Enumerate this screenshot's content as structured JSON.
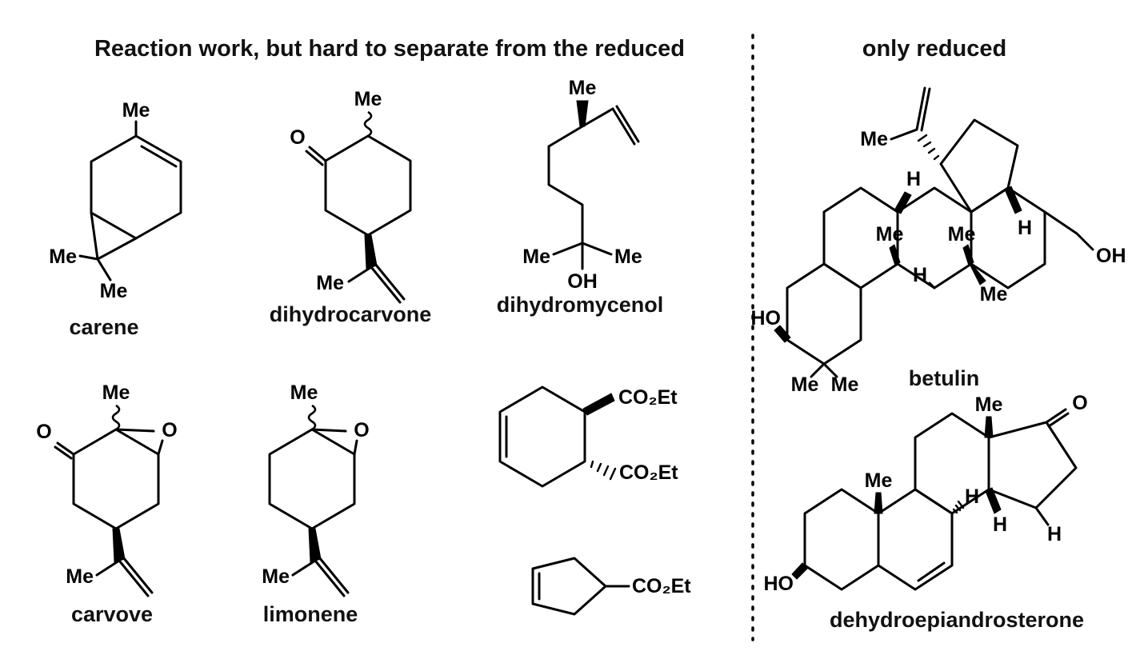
{
  "colors": {
    "ink": "#000000",
    "background": "#ffffff"
  },
  "left_section": {
    "title": "Reaction work, but hard to separate from the reduced",
    "molecules": {
      "carene": {
        "name": "carene",
        "me_top": "Me",
        "me_left": "Me",
        "me_bottom": "Me"
      },
      "dihydrocarvone": {
        "name": "dihydrocarvone",
        "ketone_o": "O",
        "me_top": "Me",
        "me_isopropenyl": "Me"
      },
      "dihydromycenol": {
        "name": "dihydromycenol",
        "me_top": "Me",
        "me_left": "Me",
        "me_right": "Me",
        "oh": "OH"
      },
      "carvove": {
        "name": "carvove",
        "ketone_o": "O",
        "epoxide_o": "O",
        "me_top": "Me",
        "me_isopropenyl": "Me"
      },
      "limonene": {
        "name": "limonene",
        "epoxide_o": "O",
        "me_top": "Me",
        "me_isopropenyl": "Me"
      },
      "cyclohexene_diester": {
        "ester_top": "CO₂Et",
        "ester_bottom": "CO₂Et"
      },
      "cyclopentene_ester": {
        "ester": "CO₂Et"
      }
    }
  },
  "right_section": {
    "title": "only reduced",
    "molecules": {
      "betulin": {
        "name": "betulin",
        "me_isopropenyl": "Me",
        "h_top": "H",
        "me_left_junction": "Me",
        "me_right_junction": "Me",
        "h_middle": "H",
        "me_lower": "Me",
        "h_right": "H",
        "oh": "OH",
        "ho": "HO",
        "me_gem_left": "Me",
        "me_gem_right": "Me"
      },
      "dehydroepiandrosterone": {
        "name": "dehydroepiandrosterone",
        "me_c19": "Me",
        "me_c18": "Me",
        "ketone_o": "O",
        "h_c9": "H",
        "h_c8": "H",
        "h_c14": "H",
        "ho": "HO"
      }
    }
  }
}
